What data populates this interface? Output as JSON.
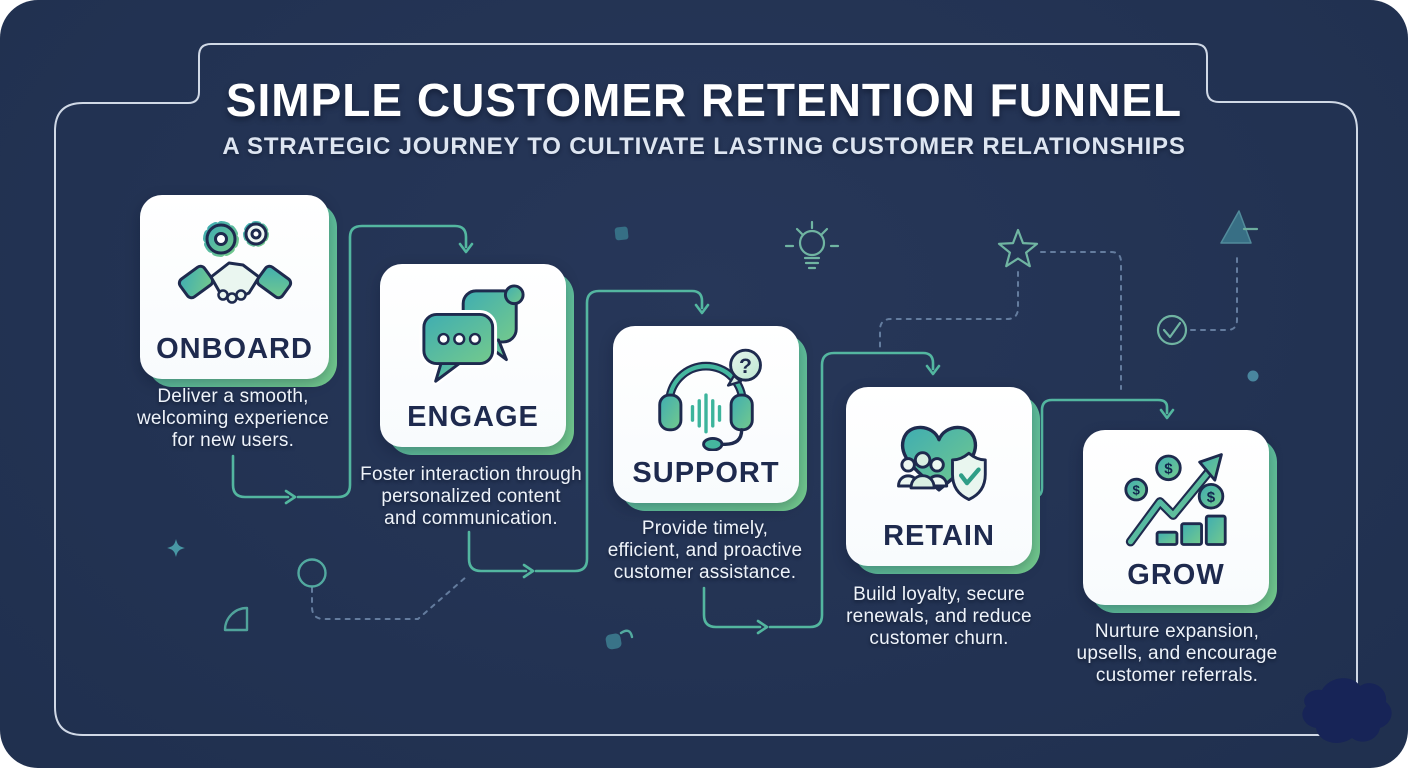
{
  "header": {
    "title": "SIMPLE CUSTOMER RETENTION FUNNEL",
    "subtitle": "A STRATEGIC JOURNEY TO CULTIVATE LASTING CUSTOMER RELATIONSHIPS"
  },
  "steps": [
    {
      "label": "ONBOARD",
      "icon": "handshake-gears-icon",
      "lines": [
        "Deliver a smooth,",
        "welcoming experience",
        "for new users."
      ]
    },
    {
      "label": "ENGAGE",
      "icon": "chat-bubbles-icon",
      "lines": [
        "Foster interaction through",
        "personalized content",
        "and communication."
      ]
    },
    {
      "label": "SUPPORT",
      "icon": "headset-icon",
      "lines": [
        "Provide timely,",
        "efficient, and proactive",
        "customer assistance."
      ]
    },
    {
      "label": "RETAIN",
      "icon": "heart-shield-people-icon",
      "lines": [
        "Build loyalty, secure",
        "renewals, and reduce",
        "customer churn."
      ]
    },
    {
      "label": "GROW",
      "icon": "growth-chart-icon",
      "lines": [
        "Nurture expansion,",
        "upsells, and encourage",
        "customer referrals."
      ]
    }
  ],
  "decorations": [
    "square-icon",
    "lightbulb-icon",
    "star-icon",
    "triangle-icon",
    "check-circle-icon",
    "dot-icon",
    "sparkle-icon",
    "circle-outline-icon",
    "quarter-circle-icon",
    "leaf-blob-icon",
    "bird-logo-icon"
  ],
  "colors": {
    "background": "#1f2e52",
    "accent_teal": "#47b2ae",
    "accent_green": "#74ca8c",
    "connector": "#56bea4",
    "dashed_line": "#7089ab",
    "card_text": "#1e2a4e",
    "light_text": "#eef3fa"
  }
}
